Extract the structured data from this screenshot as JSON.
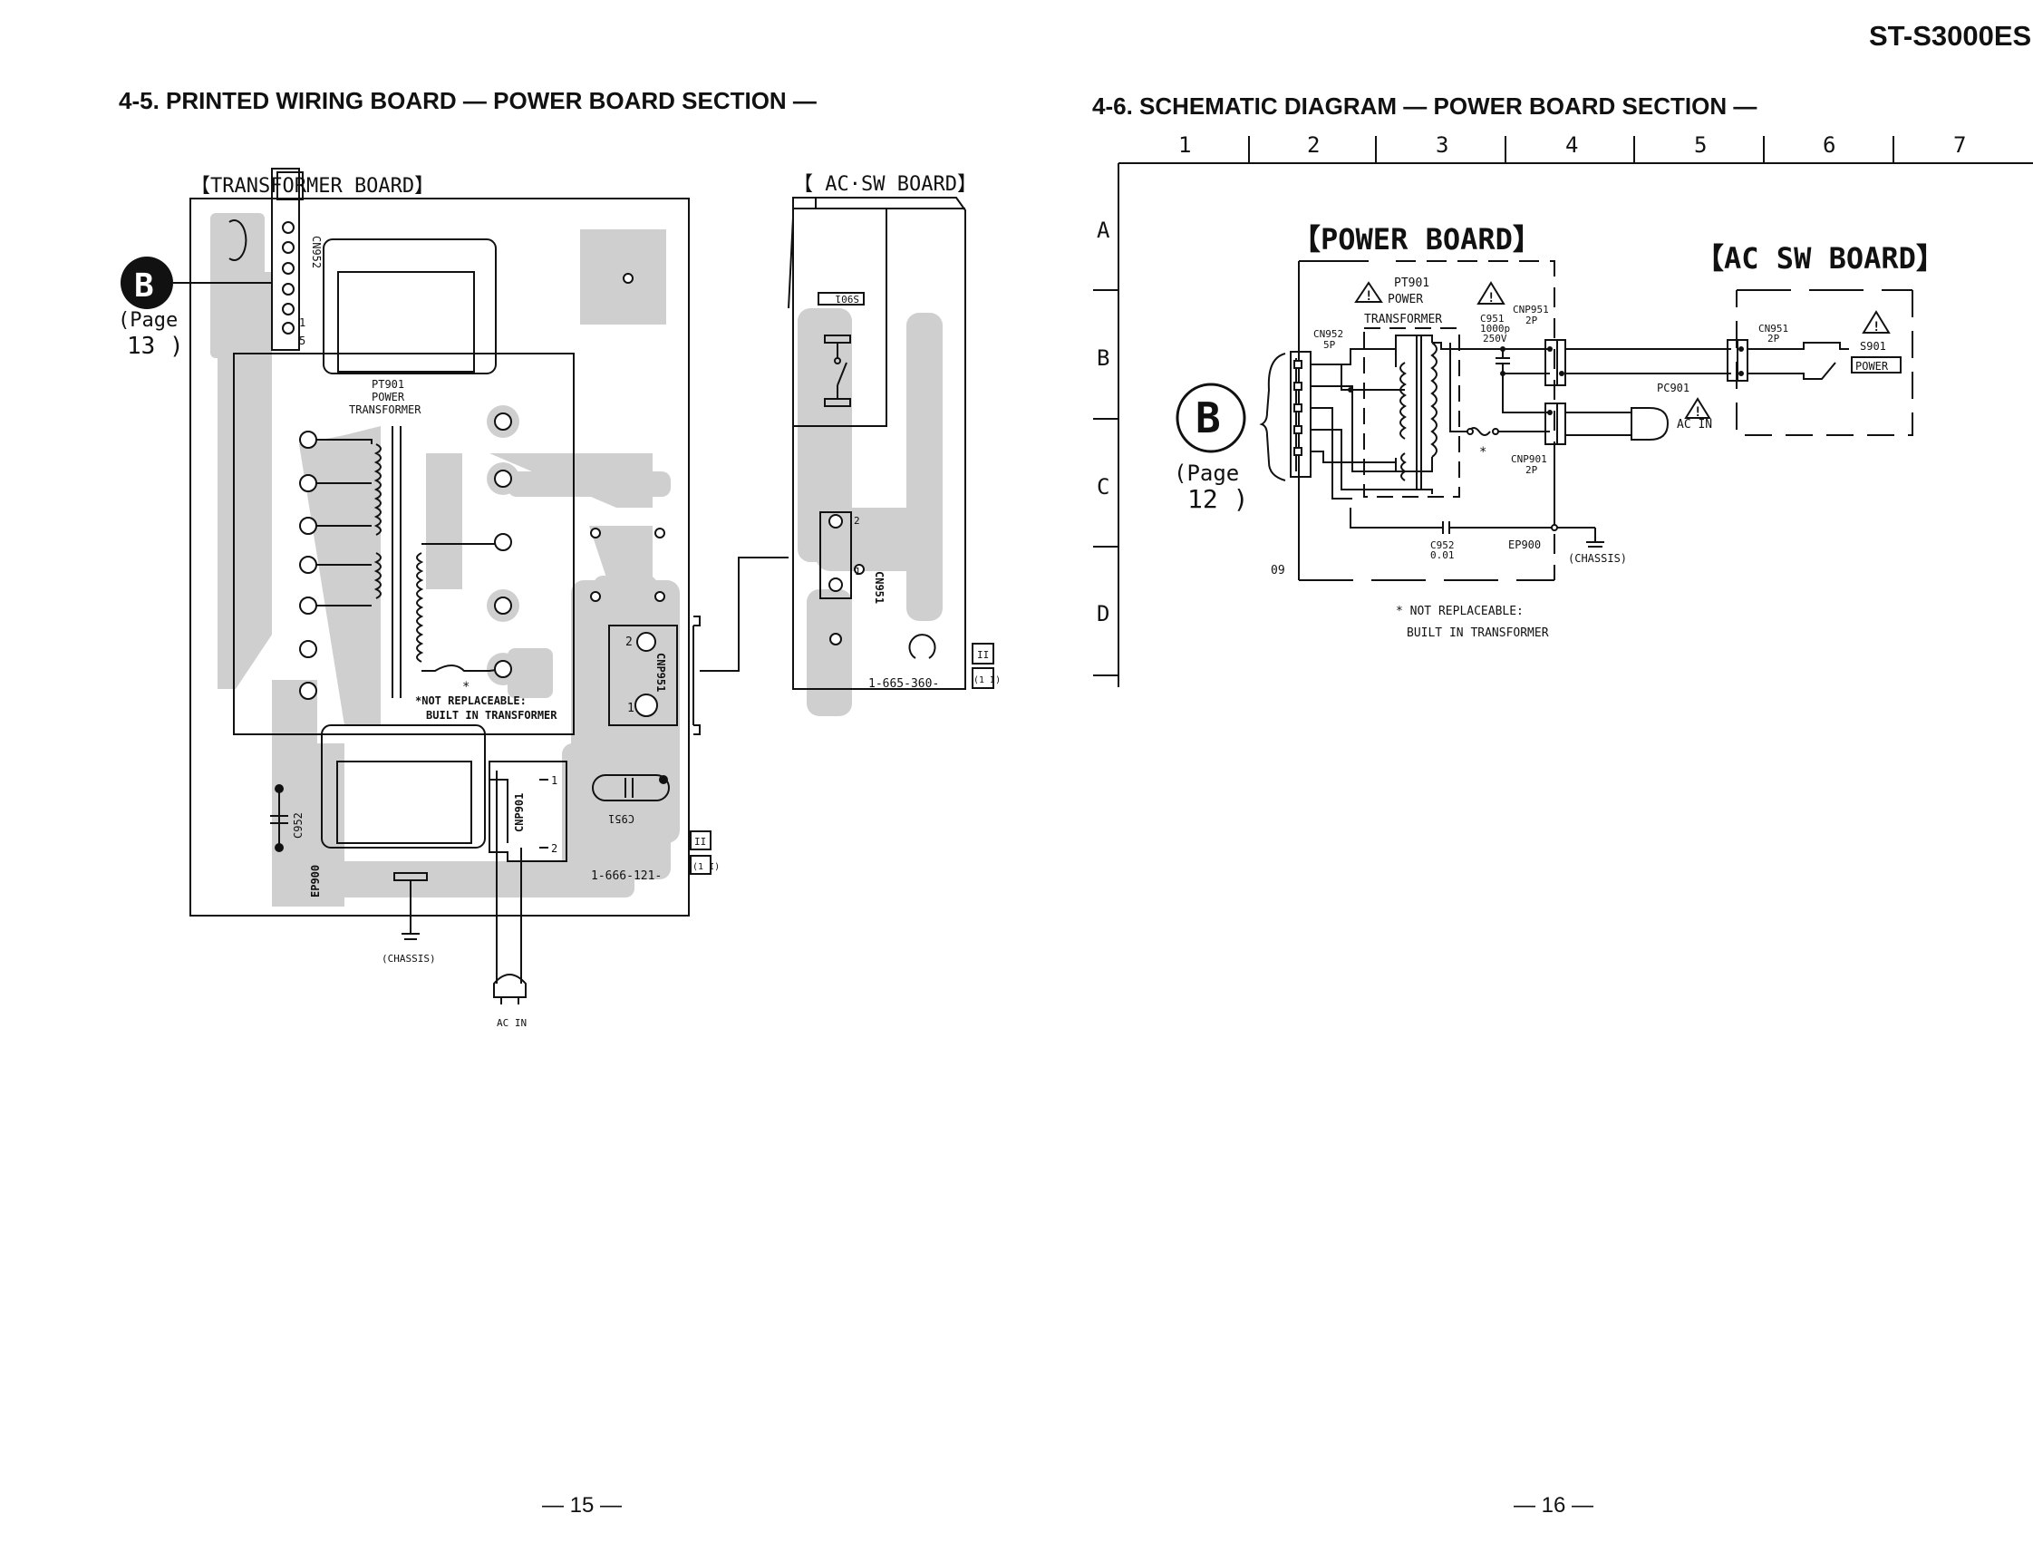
{
  "header": {
    "model": "ST-S3000ES"
  },
  "left": {
    "heading": "4-5.  PRINTED WIRING BOARD — POWER BOARD SECTION —",
    "transformer_board_title": "【TRANSFORMER BOARD】",
    "ac_sw_board_title": "【 AC·SW BOARD】",
    "connector_letter": "B",
    "page_ref_line1": "(Page",
    "page_ref_line2": "13 )",
    "cn952": "CN952",
    "pin1": "1",
    "pin5": "5",
    "pt901_name": "PT901",
    "pt901_power": "POWER",
    "pt901_transformer": "TRANSFORMER",
    "star": "*",
    "not_replaceable": "*NOT REPLACEABLE:",
    "built_in": "BUILT IN TRANSFORMER",
    "s901": "S901",
    "cn951": "CN951",
    "cn951_pin2": "2",
    "cn951_pin1": "1",
    "cnp951": "CNP951",
    "cnp951_pin2": "2",
    "cnp951_pin1": "1",
    "c952": "C952",
    "c951": "C951",
    "cnp901": "CNP901",
    "cnp901_pin1": "1",
    "cnp901_pin2": "2",
    "ep900": "EP900",
    "chassis": "(CHASSIS)",
    "ac_in": "AC IN",
    "board_no_1": "1-666-121-",
    "board_no_2": "1-665-360-",
    "side_mark_top": "II",
    "side_mark_bottom": "(1 I)",
    "page_number": "— 15 —"
  },
  "right": {
    "heading": "4-6.  SCHEMATIC DIAGRAM — POWER BOARD SECTION —",
    "columns": [
      "1",
      "2",
      "3",
      "4",
      "5",
      "6",
      "7"
    ],
    "rows": [
      "A",
      "B",
      "C",
      "D"
    ],
    "power_board_title": "【POWER BOARD】",
    "ac_sw_board_title": "【AC SW BOARD】",
    "pt901": "PT901",
    "power": "POWER",
    "transformer": "TRANSFORMER",
    "cn952": "CN952",
    "cn952_pins": "5P",
    "c951": "C951",
    "c951_val1": "1000p",
    "c951_val2": "250V",
    "cnp951": "CNP951",
    "cnp951_pins": "2P",
    "cn951": "CN951",
    "cn951_pins": "2P",
    "s901": "S901",
    "power_label": "POWER",
    "pc901": "PC901",
    "ac_in": "AC IN",
    "cnp901": "CNP901",
    "cnp901_pins": "2P",
    "star": "*",
    "connector_letter": "B",
    "page_ref_line1": "(Page",
    "page_ref_line2": "12 )",
    "c952": "C952",
    "c952_val": "0.01",
    "ep900": "EP900",
    "chassis": "(CHASSIS)",
    "board_code": "09",
    "note_line1": "* NOT REPLACEABLE:",
    "note_line2": "BUILT IN TRANSFORMER",
    "page_number": "— 16 —"
  },
  "colors": {
    "ink": "#111111",
    "pattern": "#c8c8c8",
    "background": "#ffffff"
  }
}
